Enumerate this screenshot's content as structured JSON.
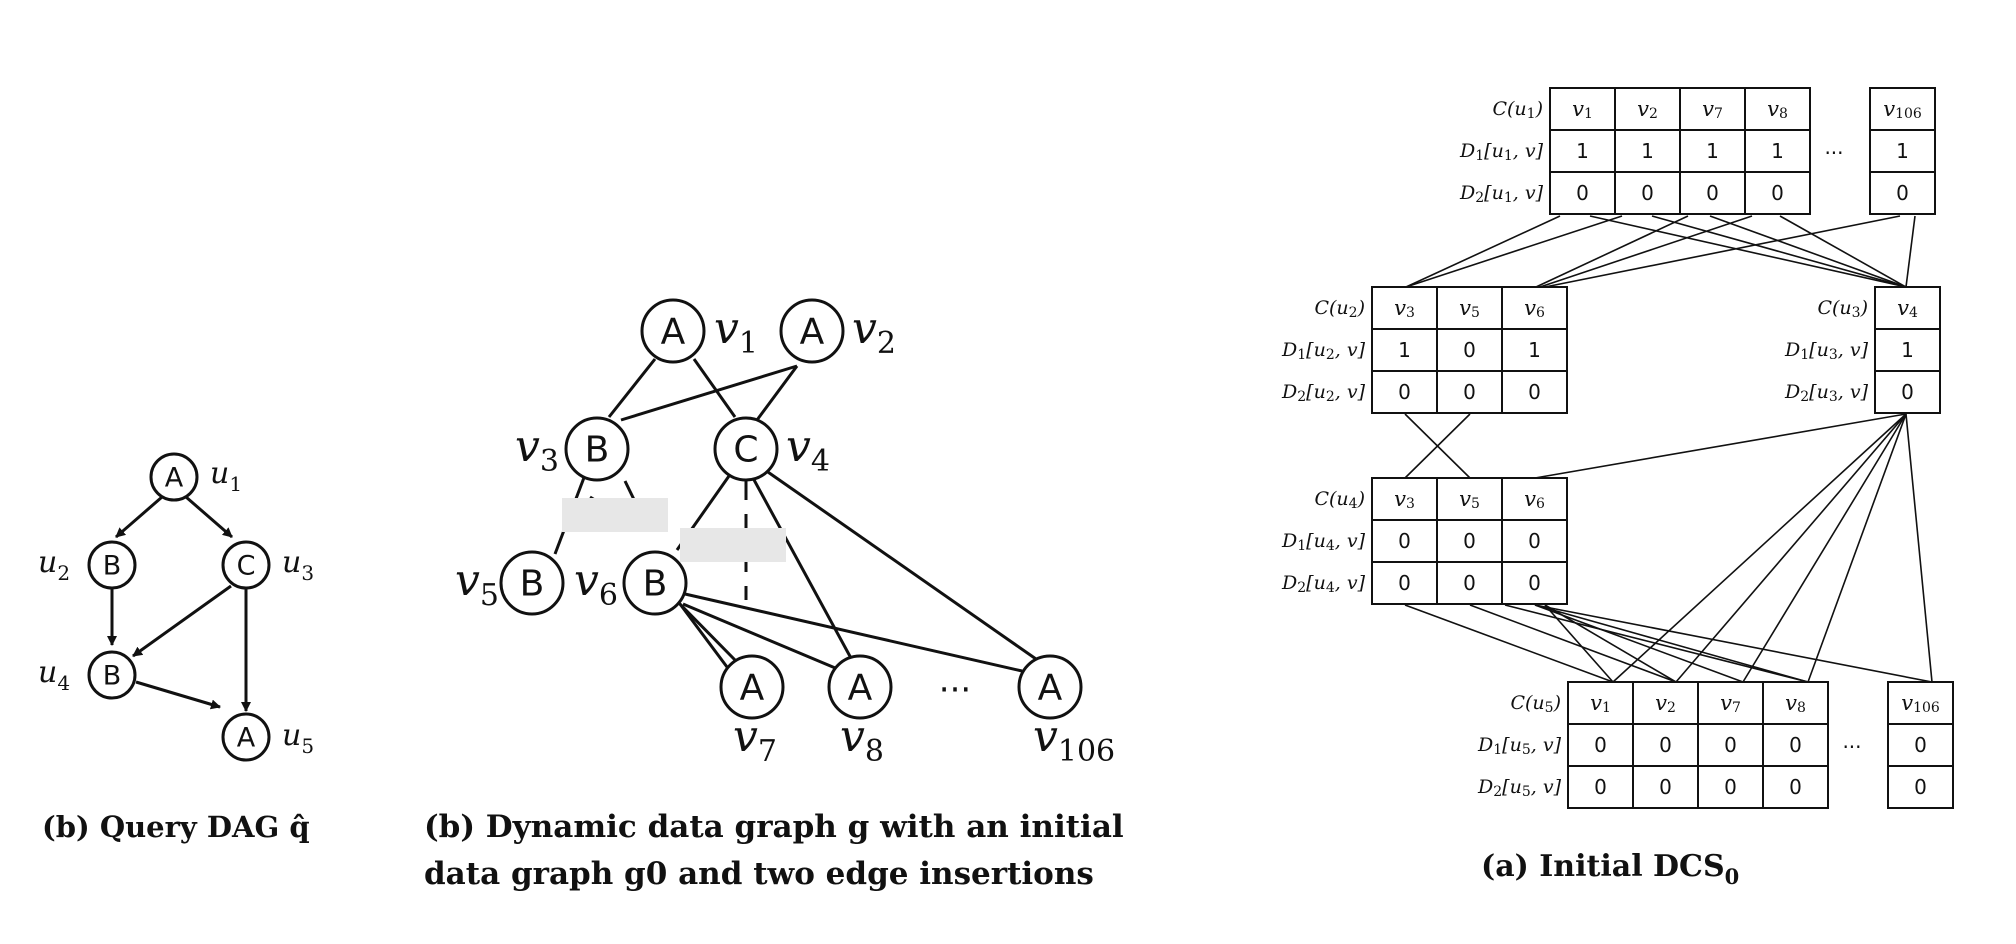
{
  "panel_query": {
    "caption": "(b) Query DAG q̂",
    "nodes": [
      {
        "id": "u1",
        "letter": "A",
        "name": "u",
        "sub": "1"
      },
      {
        "id": "u2",
        "letter": "B",
        "name": "u",
        "sub": "2"
      },
      {
        "id": "u3",
        "letter": "C",
        "name": "u",
        "sub": "3"
      },
      {
        "id": "u4",
        "letter": "B",
        "name": "u",
        "sub": "4"
      },
      {
        "id": "u5",
        "letter": "A",
        "name": "u",
        "sub": "5"
      }
    ]
  },
  "panel_graph": {
    "caption_line1": "(b) Dynamic data graph g with an initial",
    "caption_line2": "data graph g0 and two edge insertions",
    "nodes": [
      {
        "id": "v1",
        "letter": "A",
        "name": "v",
        "sub": "1"
      },
      {
        "id": "v2",
        "letter": "A",
        "name": "v",
        "sub": "2"
      },
      {
        "id": "v3",
        "letter": "B",
        "name": "v",
        "sub": "3"
      },
      {
        "id": "v4",
        "letter": "C",
        "name": "v",
        "sub": "4"
      },
      {
        "id": "v5",
        "letter": "B",
        "name": "v",
        "sub": "5"
      },
      {
        "id": "v6",
        "letter": "B",
        "name": "v",
        "sub": "6"
      },
      {
        "id": "v7",
        "letter": "A",
        "name": "v",
        "sub": "7"
      },
      {
        "id": "v8",
        "letter": "A",
        "name": "v",
        "sub": "8"
      },
      {
        "id": "v106",
        "letter": "A",
        "name": "v",
        "sub": "106"
      }
    ],
    "ellipsis": "···"
  },
  "panel_dcs": {
    "caption": "(a) Initial DCS",
    "caption_sub": "0",
    "ellipsis": "···",
    "tables": [
      {
        "id": "u1",
        "rows_labels": [
          "C(u1)",
          "D1[u1, v]",
          "D2[u1, v]"
        ],
        "cols": [
          "v1",
          "v2",
          "v7",
          "v8",
          "v106"
        ],
        "d1": [
          "1",
          "1",
          "1",
          "1",
          "1"
        ],
        "d2": [
          "0",
          "0",
          "0",
          "0",
          "0"
        ]
      },
      {
        "id": "u2",
        "rows_labels": [
          "C(u2)",
          "D1[u2, v]",
          "D2[u2, v]"
        ],
        "cols": [
          "v3",
          "v5",
          "v6"
        ],
        "d1": [
          "1",
          "0",
          "1"
        ],
        "d2": [
          "0",
          "0",
          "0"
        ]
      },
      {
        "id": "u3",
        "rows_labels": [
          "C(u3)",
          "D1[u3, v]",
          "D2[u3, v]"
        ],
        "cols": [
          "v4"
        ],
        "d1": [
          "1"
        ],
        "d2": [
          "0"
        ]
      },
      {
        "id": "u4",
        "rows_labels": [
          "C(u4)",
          "D1[u4, v]",
          "D2[u4, v]"
        ],
        "cols": [
          "v3",
          "v5",
          "v6"
        ],
        "d1": [
          "0",
          "0",
          "0"
        ],
        "d2": [
          "0",
          "0",
          "0"
        ]
      },
      {
        "id": "u5",
        "rows_labels": [
          "C(u5)",
          "D1[u5, v]",
          "D2[u5, v]"
        ],
        "cols": [
          "v1",
          "v2",
          "v7",
          "v8",
          "v106"
        ],
        "d1": [
          "0",
          "0",
          "0",
          "0",
          "0"
        ],
        "d2": [
          "0",
          "0",
          "0",
          "0",
          "0"
        ]
      }
    ]
  }
}
